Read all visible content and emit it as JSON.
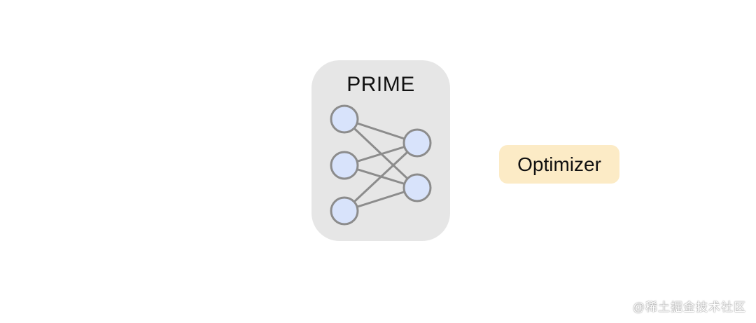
{
  "prime": {
    "title": "PRIME",
    "box_color": "#e6e6e6",
    "network": {
      "layers": [
        3,
        2
      ],
      "node_fill": "#d8e3fb",
      "node_stroke": "#8c8c8c",
      "edge_color": "#8c8c8c"
    }
  },
  "optimizer": {
    "label": "Optimizer",
    "color": "#fcebc6"
  },
  "watermark": {
    "text": "@稀土掘金技术社区"
  }
}
